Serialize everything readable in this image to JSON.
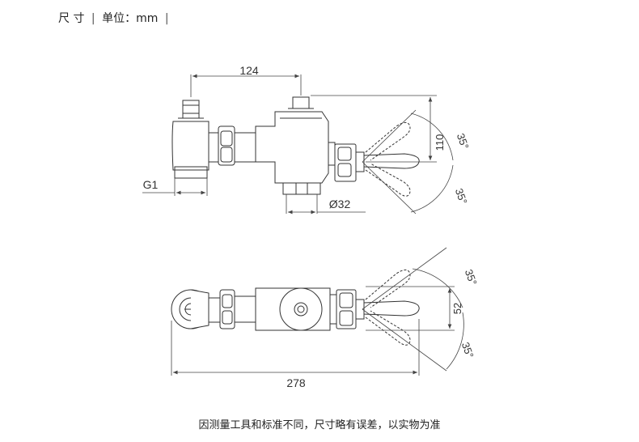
{
  "header": {
    "title": "尺 寸",
    "bar": "|",
    "unit_label": "单位：mm",
    "bar_end": "|"
  },
  "dims": {
    "d124": "124",
    "d110": "110",
    "a35_top1": "35°",
    "a35_bot1": "35°",
    "g1": "G1",
    "d32": "Ø32",
    "d52": "52",
    "a35_top2": "35°",
    "a35_bot2": "35°",
    "d278": "278"
  },
  "footer": {
    "note": "因测量工具和标准不同，尺寸略有误差，以实物为准"
  }
}
